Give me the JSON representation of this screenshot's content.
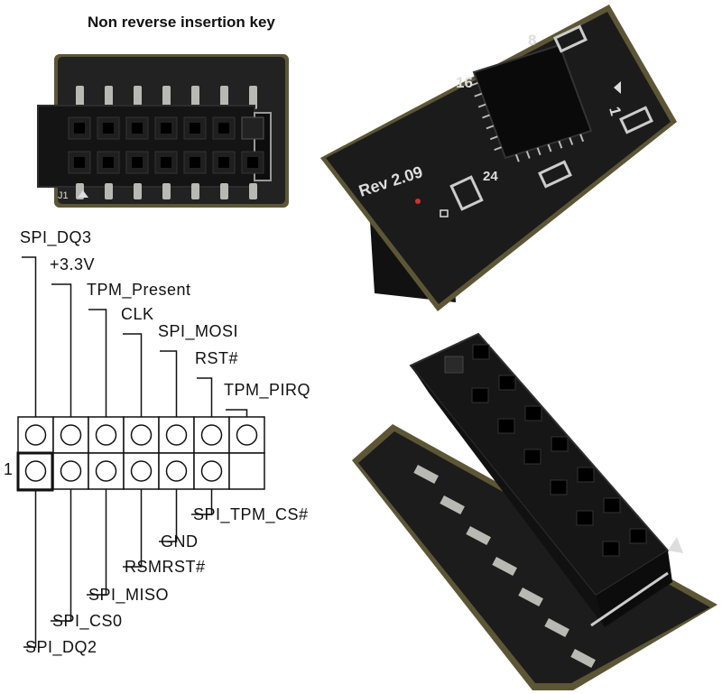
{
  "title": "Non reverse insertion key",
  "board": {
    "revision": "Rev 2.09",
    "silk_16": "16",
    "silk_8": "8",
    "silk_1": "1",
    "silk_24": "24",
    "connector_label": "J1"
  },
  "header": {
    "pin1_marker": "1",
    "top_labels": [
      "SPI_DQ3",
      "+3.3V",
      "TPM_Present",
      "CLK",
      "SPI_MOSI",
      "RST#",
      "TPM_PIRQ"
    ],
    "bottom_labels": [
      "SPI_TPM_CS#",
      "GND",
      "RSMRST#",
      "SPI_MISO",
      "SPI_CS0",
      "SPI_DQ2"
    ]
  },
  "colors": {
    "pcb": "#1a1a1a",
    "pcb_edge": "#5d5636",
    "pin": "#b9b9b4",
    "socket": "#141414"
  }
}
